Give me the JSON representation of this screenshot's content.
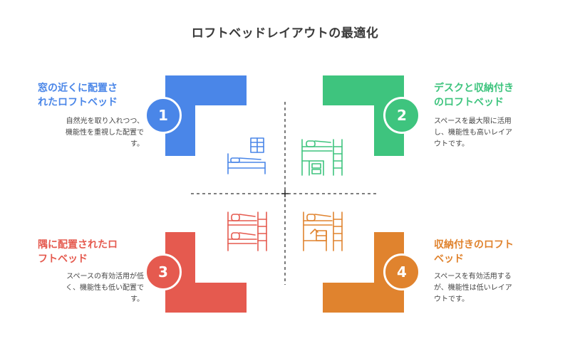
{
  "title": "ロフトベッドレイアウトの最適化",
  "colors": {
    "blue": "#4A86E8",
    "green": "#3EC47E",
    "red": "#E55A4F",
    "orange": "#E0832E",
    "axis": "#333333"
  },
  "quadrants": [
    {
      "number": "1",
      "heading_lines": [
        "窓の近くに配置さ",
        "れたロフトベッド"
      ],
      "desc_lines": [
        "自然光を取り入れつつ、",
        "機能性を重視した配置で",
        "す。"
      ],
      "icon": "loft-bed-window-icon",
      "color": "blue"
    },
    {
      "number": "2",
      "heading_lines": [
        "デスクと収納付き",
        "のロフトベッド"
      ],
      "desc_lines": [
        "スペースを最大限に活用",
        "し、機能性も高いレイア",
        "ウトです。"
      ],
      "icon": "loft-bed-desk-storage-icon",
      "color": "green"
    },
    {
      "number": "3",
      "heading_lines": [
        "隅に配置されたロ",
        "フトベッド"
      ],
      "desc_lines": [
        "スペースの有効活用が低",
        "く、機能性も低い配置で",
        "す。"
      ],
      "icon": "bunk-bed-corner-icon",
      "color": "red"
    },
    {
      "number": "4",
      "heading_lines": [
        "収納付きのロフト",
        "ベッド"
      ],
      "desc_lines": [
        "スペースを有効活用する",
        "が、機能性は低いレイア",
        "ウトです。"
      ],
      "icon": "loft-bed-storage-icon",
      "color": "orange"
    }
  ]
}
